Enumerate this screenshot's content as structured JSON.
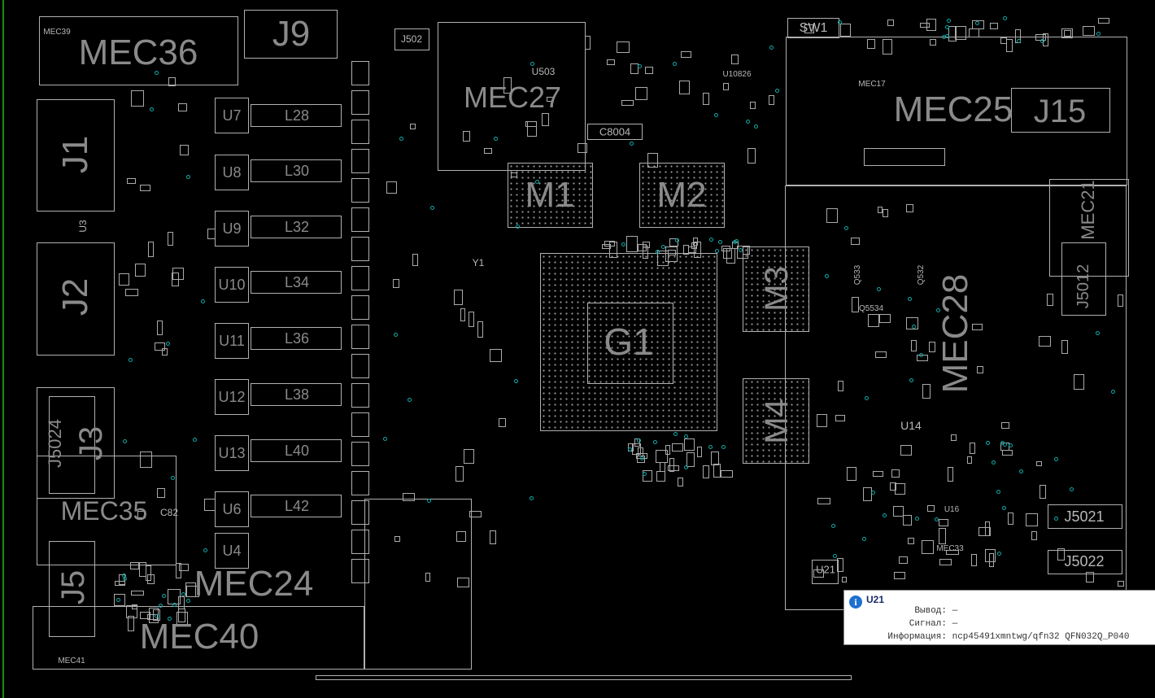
{
  "board": {
    "big_labels": [
      {
        "id": "MEC36",
        "text": "MEC36"
      },
      {
        "id": "J9",
        "text": "J9"
      },
      {
        "id": "MEC27",
        "text": "MEC27"
      },
      {
        "id": "M1",
        "text": "M1"
      },
      {
        "id": "M2",
        "text": "M2"
      },
      {
        "id": "G1",
        "text": "G1"
      },
      {
        "id": "M3",
        "text": "M3"
      },
      {
        "id": "M4",
        "text": "M4"
      },
      {
        "id": "MEC25",
        "text": "MEC25"
      },
      {
        "id": "J15",
        "text": "J15"
      },
      {
        "id": "MEC28",
        "text": "MEC28"
      },
      {
        "id": "J1",
        "text": "J1"
      },
      {
        "id": "J2",
        "text": "J2"
      },
      {
        "id": "J3",
        "text": "J3"
      },
      {
        "id": "J5",
        "text": "J5"
      },
      {
        "id": "MEC24",
        "text": "MEC24"
      },
      {
        "id": "MEC40",
        "text": "MEC40"
      },
      {
        "id": "MEC35",
        "text": "MEC35"
      },
      {
        "id": "J5024",
        "text": "J5024"
      },
      {
        "id": "MEC21",
        "text": "MEC21"
      },
      {
        "id": "J5012",
        "text": "J5012"
      }
    ],
    "regulators": [
      "U7",
      "U8",
      "U9",
      "U10",
      "U11",
      "U12",
      "U13",
      "U6",
      "U4"
    ],
    "inductors": [
      "L28",
      "L30",
      "L32",
      "L34",
      "L36",
      "L38",
      "L40",
      "L42"
    ],
    "small_labels": {
      "MEC39": "MEC39",
      "J502": "J502",
      "C8004": "C8004",
      "SW1": "SW1",
      "MEC17": "MEC17",
      "U10826": "U10826",
      "Y1": "Y1",
      "U14": "U14",
      "J5021": "J5021",
      "J5022": "J5022",
      "MEC33": "MEC33",
      "U21": "U21",
      "U16": "U16",
      "MEC41": "MEC41",
      "U3": "U3",
      "Q533": "Q533",
      "Q532": "Q532",
      "Q5534": "Q5534",
      "U503": "U503",
      "C82": "C82"
    }
  },
  "tooltip": {
    "title": "U21",
    "rows": [
      {
        "key": "Вывод:",
        "value": "—"
      },
      {
        "key": "Сигнал:",
        "value": "—"
      },
      {
        "key": "Информация:",
        "value": "ncp45491xmntwg/qfn32 QFN032Q_P040"
      }
    ]
  }
}
